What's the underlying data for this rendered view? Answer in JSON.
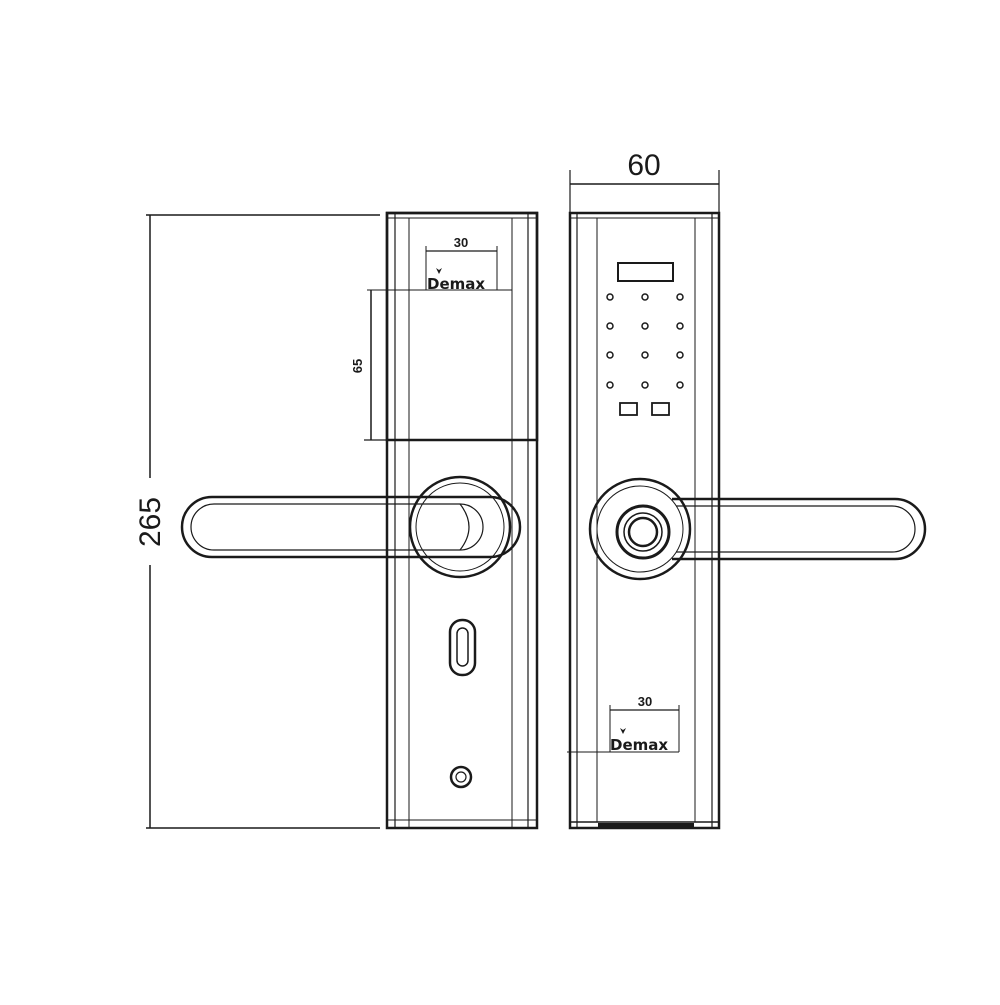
{
  "colors": {
    "line": "#1a1a1a",
    "background": "#ffffff"
  },
  "dimensions": {
    "total_height": "265",
    "body_width": "60",
    "front_upper_height": "65",
    "front_logo_width": "30",
    "back_logo_width": "30"
  },
  "brand": {
    "name": "Demax",
    "mark": "leaf-icon"
  },
  "icons": [
    "leaf-icon",
    "keypad-dot-icon",
    "fingerprint-sensor-icon",
    "keyhole-icon",
    "emergency-key-icon"
  ]
}
